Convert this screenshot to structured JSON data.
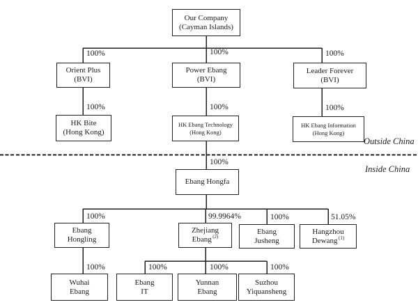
{
  "regions": {
    "outside_china": "Outside China",
    "inside_china": "Inside China"
  },
  "nodes": {
    "our_company": {
      "line1": "Our Company",
      "line2": "(Cayman Islands)"
    },
    "orient_plus": {
      "line1": "Orient Plus",
      "line2": "(BVI)",
      "ownership": "100%"
    },
    "power_ebang": {
      "line1": "Power Ebang",
      "line2": "(BVI)",
      "ownership": "100%"
    },
    "leader_forever": {
      "line1": "Leader Forever",
      "line2": "(BVI)",
      "ownership": "100%"
    },
    "hk_bite": {
      "line1": "HK Bite",
      "line2": "(Hong Kong)",
      "ownership": "100%"
    },
    "hk_ebang_technology": {
      "line1": "HK Ebang Technology",
      "line2": "(Hong Kong)",
      "ownership": "100%"
    },
    "hk_ebang_information": {
      "line1": "HK Ebang Information",
      "line2": "(Hong Kong)",
      "ownership": "100%"
    },
    "ebang_hongfa": {
      "line1": "Ebang Hongfa",
      "ownership": "100%"
    },
    "ebang_hongling": {
      "line1": "Ebang",
      "line2": "Hongling",
      "ownership": "100%"
    },
    "zhejiang_ebang": {
      "line1": "Zhejiang",
      "line2": "Ebang",
      "sup": "(2)",
      "ownership": "99.9964%"
    },
    "ebang_jusheng": {
      "line1": "Ebang",
      "line2": "Jusheng",
      "ownership": "100%"
    },
    "hangzhou_dewang": {
      "line1": "Hangzhou",
      "line2": "Dewang",
      "sup": "(1)",
      "ownership": "51.05%"
    },
    "wuhai_ebang": {
      "line1": "Wuhai",
      "line2": "Ebang",
      "ownership": "100%"
    },
    "ebang_it": {
      "line1": "Ebang",
      "line2": "IT",
      "ownership": "100%"
    },
    "yunnan_ebang": {
      "line1": "Yunnan",
      "line2": "Ebang",
      "ownership": "100%"
    },
    "suzhou_yiquansheng": {
      "line1": "Suzhou",
      "line2": "Yiquansheng",
      "ownership": "100%"
    }
  }
}
